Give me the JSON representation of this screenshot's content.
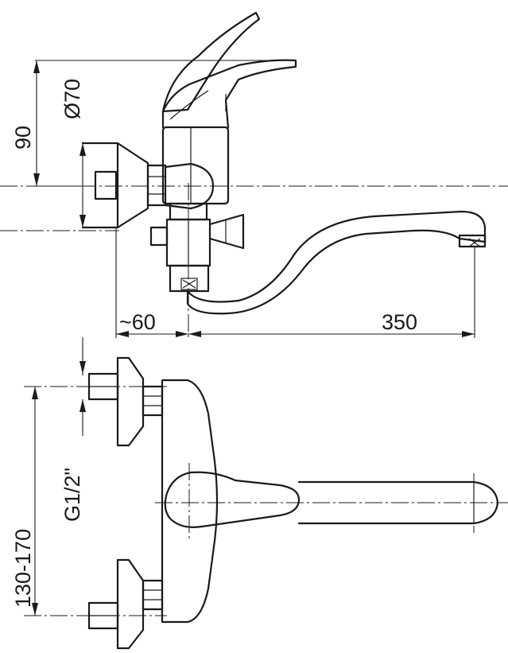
{
  "labels": {
    "height_90": "90",
    "diameter_70": "Ø70",
    "offset_60": "~60",
    "spout_350": "350",
    "thread": "G1/2\"",
    "spacing": "130-170"
  }
}
